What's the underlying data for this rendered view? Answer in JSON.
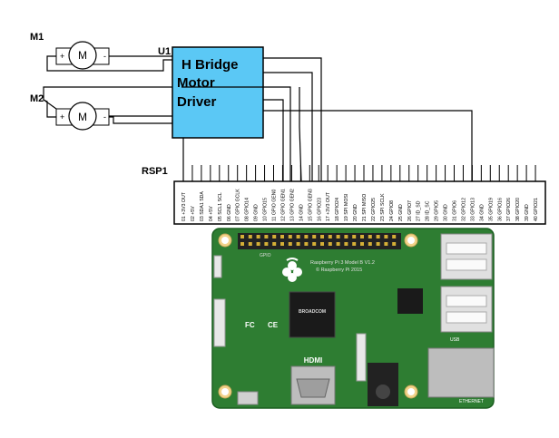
{
  "labels": {
    "motor1_ref": "M1",
    "motor2_ref": "M2",
    "motor_symbol": "M",
    "plus": "+",
    "minus": "-",
    "driver_ref": "U1",
    "driver_line1": "H Bridge",
    "driver_line2": "Motor",
    "driver_line3": "Driver",
    "header_ref": "RSP1"
  },
  "pins": [
    "01 +3V3 OUT",
    "02 +5V",
    "03 SDA1 SDA",
    "04 +5V",
    "05 SCL1 SCL",
    "06 GND",
    "07 GPIO GCLK",
    "08 GPIO14",
    "09 GND",
    "10 GPIO15",
    "11 GPIO GEN0",
    "12 GPIO GEN1",
    "13 GPIO GEN2",
    "14 GND",
    "15 GPIO GEN3",
    "16 GPIO23",
    "17 +3V3 OUT",
    "18 GPIO24",
    "19 SPI MOSI",
    "20 GND",
    "21 SPI MISO",
    "22 GPIO25",
    "23 SPI SCLK",
    "24 GPIO8",
    "25 GND",
    "26 GPIO7",
    "27 ID_SD",
    "28 ID_SC",
    "29 GPIO5",
    "30 GND",
    "31 GPIO6",
    "32 GPIO12",
    "33 GPIO13",
    "34 GND",
    "35 GPIO19",
    "36 GPIO16",
    "37 GPIO26",
    "38 GPIO20",
    "39 GND",
    "40 GPIO21"
  ],
  "board": {
    "gpio_label": "GPIO",
    "model_line1": "Raspberry Pi 3 Model B V1.2",
    "model_line2": "© Raspberry Pi 2015",
    "soc_brand": "BROADCOM",
    "hdmi": "HDMI",
    "usb": "USB",
    "ethernet": "ETHERNET",
    "fc_mark": "FC",
    "ce_mark": "CE"
  },
  "colors": {
    "driver_fill": "#5bc8f5",
    "pcb_green": "#2e7d32",
    "wire": "#000000"
  }
}
